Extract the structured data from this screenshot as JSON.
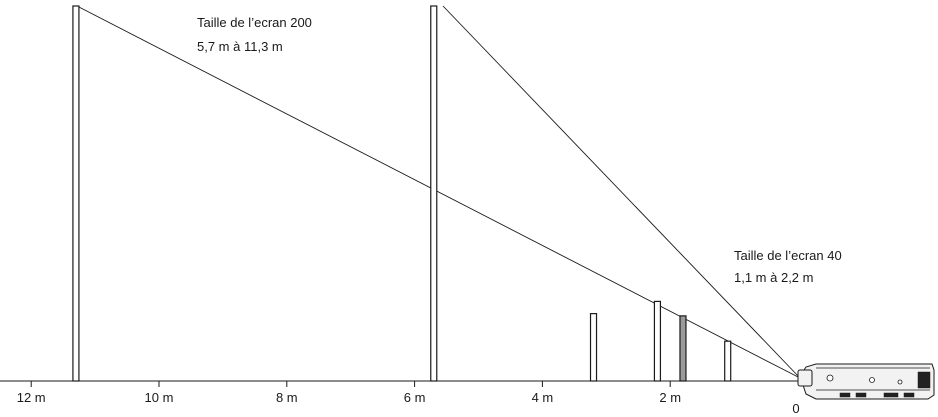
{
  "annotations": {
    "large": {
      "title": "Taille de l’ecran 200",
      "range": "5,7 m à 11,3 m"
    },
    "small": {
      "title": "Taille de l’ecran 40",
      "range": "1,1 m à 2,2 m"
    }
  },
  "axis": {
    "ticks": [
      {
        "value": 12,
        "label": "12 m"
      },
      {
        "value": 10,
        "label": "10 m"
      },
      {
        "value": 8,
        "label": "8 m"
      },
      {
        "value": 6,
        "label": "6 m"
      },
      {
        "value": 4,
        "label": "4 m"
      },
      {
        "value": 2,
        "label": "2 m"
      }
    ],
    "origin_label": "0"
  },
  "screens": [
    {
      "distance_m": 11.3,
      "shaded": false
    },
    {
      "distance_m": 5.7,
      "shaded": false
    },
    {
      "distance_m": 3.2,
      "shaded": false
    },
    {
      "distance_m": 2.2,
      "shaded": false
    },
    {
      "distance_m": 1.8,
      "shaded": true
    },
    {
      "distance_m": 1.1,
      "shaded": false
    }
  ],
  "colors": {
    "line": "#1a1a1a",
    "shaded_screen": "#9a9a9a"
  }
}
